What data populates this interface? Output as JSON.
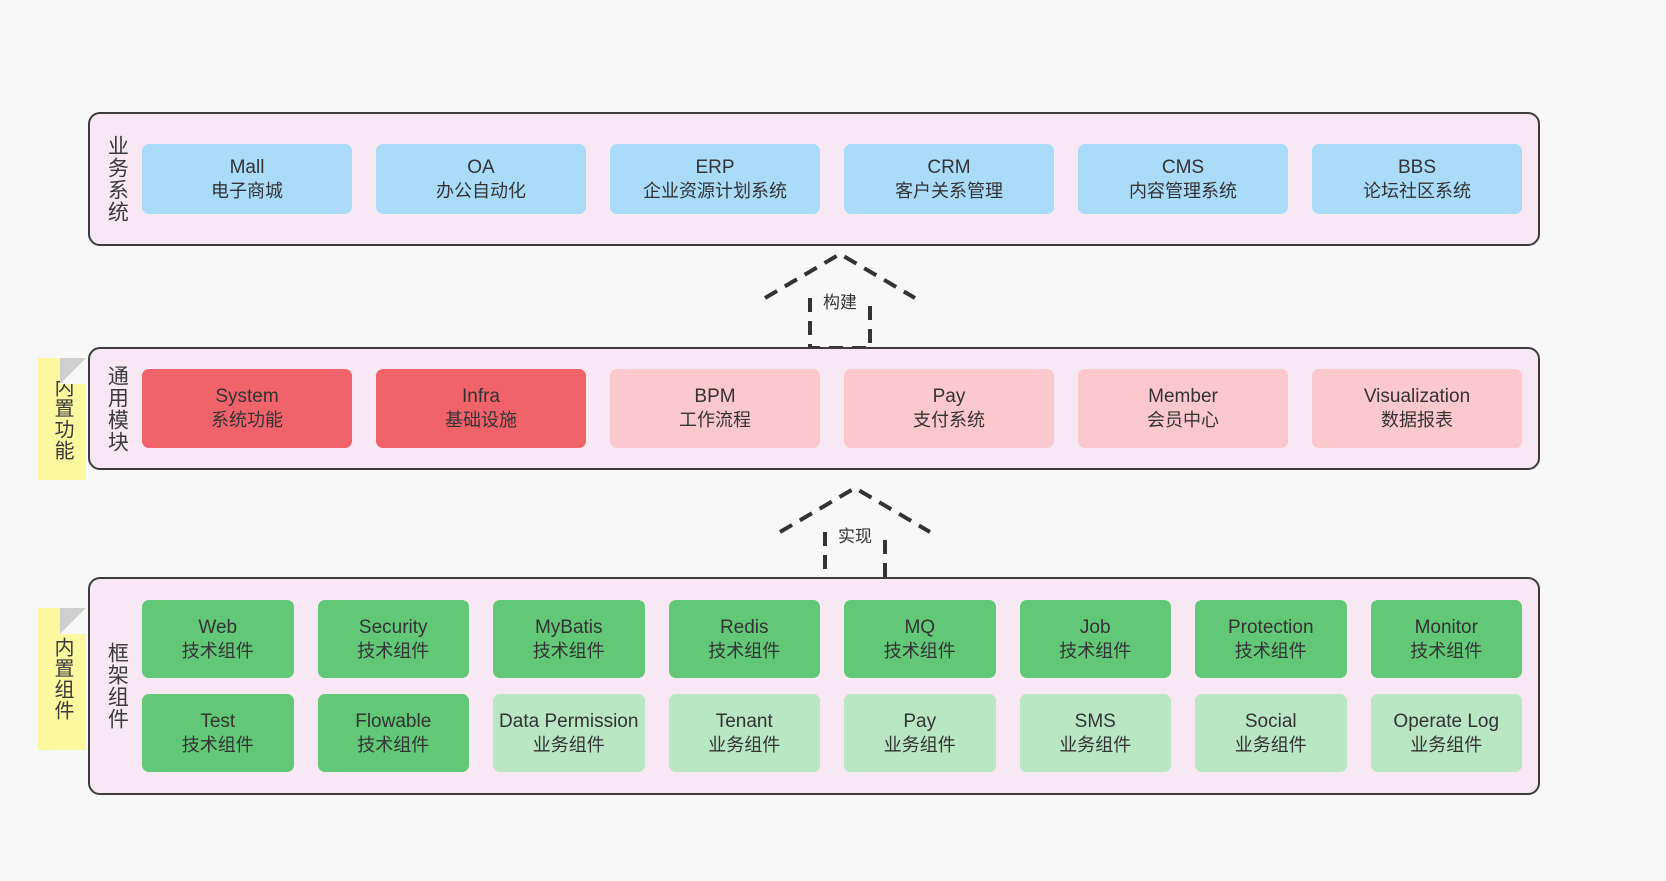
{
  "diagram": {
    "title_semantic": "layered-architecture-diagram",
    "background_color": "#f8f8f8",
    "layer_band_color": "#f8e8f3",
    "note_color": "#fbf8a0",
    "colors": {
      "business_card": "#aadcfa",
      "module_primary": "#f1636a",
      "module_secondary": "#fbc8ce",
      "tech_component": "#62c878",
      "business_component": "#b9e6c3",
      "border": "#3c3c3c"
    }
  },
  "layers": {
    "business": {
      "label": "业务系统",
      "cards": [
        {
          "name": "Mall",
          "desc": "电子商城"
        },
        {
          "name": "OA",
          "desc": "办公自动化"
        },
        {
          "name": "ERP",
          "desc": "企业资源计划系统"
        },
        {
          "name": "CRM",
          "desc": "客户关系管理"
        },
        {
          "name": "CMS",
          "desc": "内容管理系统"
        },
        {
          "name": "BBS",
          "desc": "论坛社区系统"
        }
      ]
    },
    "common": {
      "label": "通用模块",
      "note": "内置功能",
      "cards": [
        {
          "name": "System",
          "desc": "系统功能",
          "style": "primary"
        },
        {
          "name": "Infra",
          "desc": "基础设施",
          "style": "primary"
        },
        {
          "name": "BPM",
          "desc": "工作流程",
          "style": "secondary"
        },
        {
          "name": "Pay",
          "desc": "支付系统",
          "style": "secondary"
        },
        {
          "name": "Member",
          "desc": "会员中心",
          "style": "secondary"
        },
        {
          "name": "Visualization",
          "desc": "数据报表",
          "style": "secondary"
        }
      ]
    },
    "framework": {
      "label": "框架组件",
      "note": "内置组件",
      "row1": [
        {
          "name": "Web",
          "desc": "技术组件",
          "style": "tech"
        },
        {
          "name": "Security",
          "desc": "技术组件",
          "style": "tech"
        },
        {
          "name": "MyBatis",
          "desc": "技术组件",
          "style": "tech"
        },
        {
          "name": "Redis",
          "desc": "技术组件",
          "style": "tech"
        },
        {
          "name": "MQ",
          "desc": "技术组件",
          "style": "tech"
        },
        {
          "name": "Job",
          "desc": "技术组件",
          "style": "tech"
        },
        {
          "name": "Protection",
          "desc": "技术组件",
          "style": "tech"
        },
        {
          "name": "Monitor",
          "desc": "技术组件",
          "style": "tech"
        }
      ],
      "row2": [
        {
          "name": "Test",
          "desc": "技术组件",
          "style": "tech"
        },
        {
          "name": "Flowable",
          "desc": "技术组件",
          "style": "tech"
        },
        {
          "name": "Data Permission",
          "desc": "业务组件",
          "style": "business"
        },
        {
          "name": "Tenant",
          "desc": "业务组件",
          "style": "business"
        },
        {
          "name": "Pay",
          "desc": "业务组件",
          "style": "business"
        },
        {
          "name": "SMS",
          "desc": "业务组件",
          "style": "business"
        },
        {
          "name": "Social",
          "desc": "业务组件",
          "style": "business"
        },
        {
          "name": "Operate Log",
          "desc": "业务组件",
          "style": "business"
        }
      ]
    }
  },
  "connectors": [
    {
      "id": "build",
      "label": "构建",
      "from": "common",
      "to": "business",
      "style": "dashed-generalization"
    },
    {
      "id": "implement",
      "label": "实现",
      "from": "framework",
      "to": "common",
      "style": "dashed-generalization"
    }
  ]
}
